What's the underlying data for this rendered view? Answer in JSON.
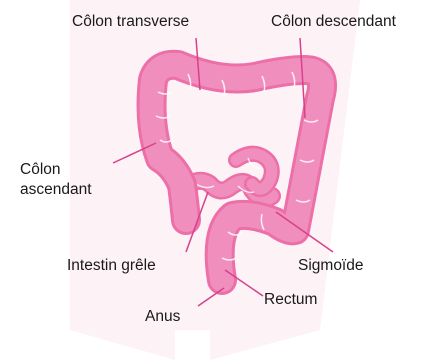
{
  "labels": {
    "transverse_colon": "Côlon transverse",
    "descending_colon": "Côlon descendant",
    "ascending_colon_line1": "Côlon",
    "ascending_colon_line2": "ascendant",
    "small_intestine": "Intestin grêle",
    "sigmoid": "Sigmoïde",
    "rectum": "Rectum",
    "anus": "Anus"
  },
  "colors": {
    "colon_fill": "#f08fbd",
    "colon_outline": "#ec6fa8",
    "haustra_lines": "#ffffff",
    "body_silhouette": "#fdf2f5",
    "leader_lines": "#d6418c",
    "text": "#1a1a1a"
  }
}
